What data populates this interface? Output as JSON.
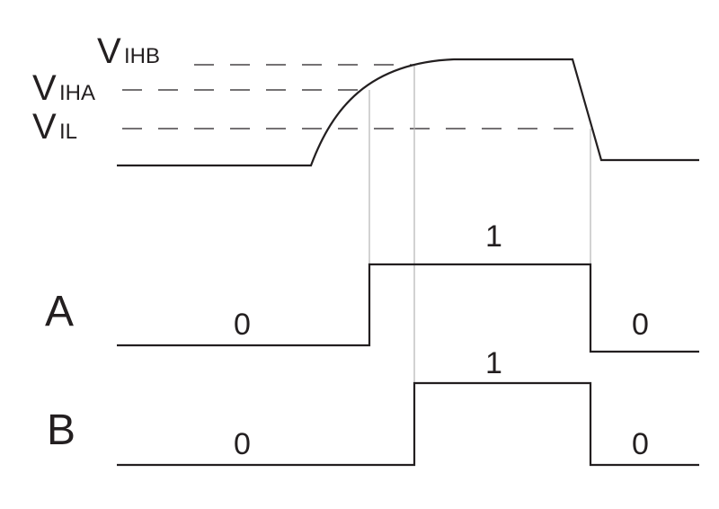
{
  "levels": {
    "vihb": {
      "main": "V",
      "sub": "IHB"
    },
    "viha": {
      "main": "V",
      "sub": "IHA"
    },
    "vil": {
      "main": "V",
      "sub": "IL"
    }
  },
  "signals": {
    "a": {
      "name": "A",
      "low_before": "0",
      "high": "1",
      "low_after": "0"
    },
    "b": {
      "name": "B",
      "low_before": "0",
      "high": "1",
      "low_after": "0"
    }
  },
  "colors": {
    "line": "#231f20",
    "guide": "#b3b3b3"
  }
}
